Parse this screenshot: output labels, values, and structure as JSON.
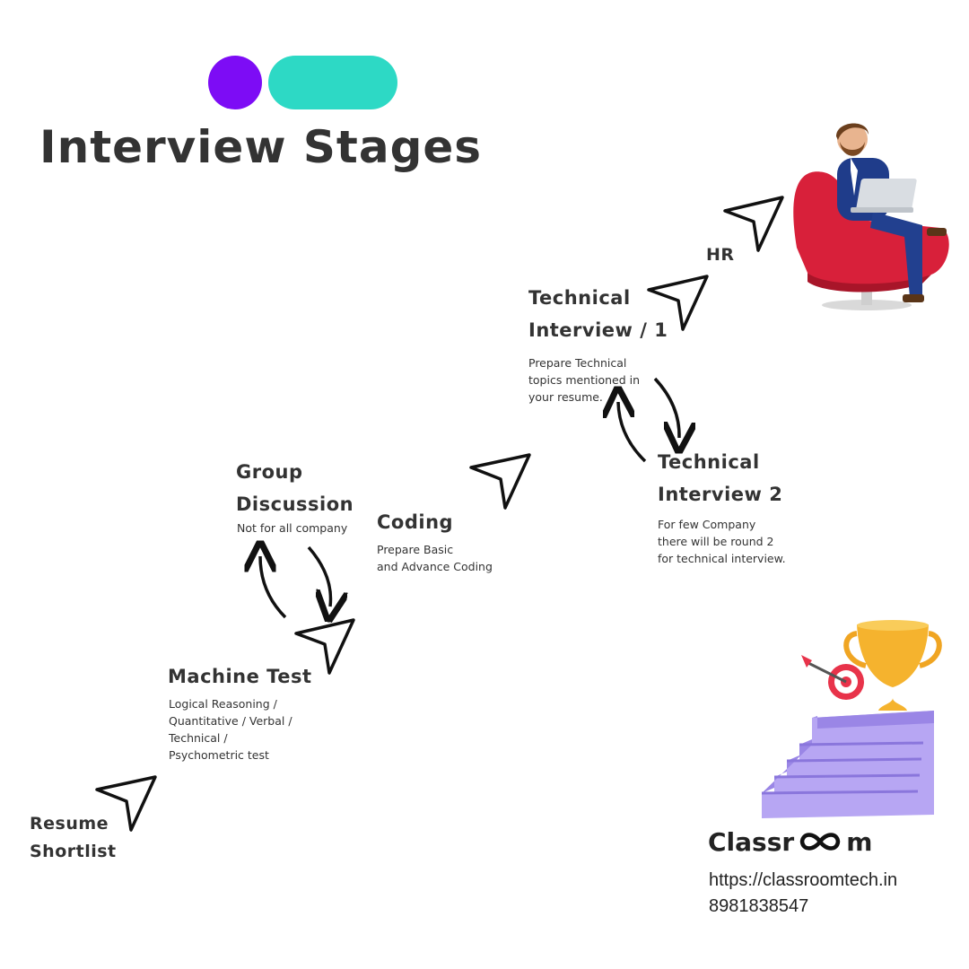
{
  "title": "Interview Stages",
  "colors": {
    "accent_purple": "#7d0cf5",
    "accent_teal": "#2dd9c5",
    "text": "#333333"
  },
  "stages": {
    "resume": {
      "line1": "Resume",
      "line2": "Shortlist"
    },
    "machine_test": {
      "label": "Machine Test",
      "notes": [
        "Logical Reasoning /",
        "Quantitative / Verbal /",
        "Technical /",
        "Psychometric test"
      ]
    },
    "group_discussion": {
      "line1": "Group",
      "line2": "Discussion",
      "notes": [
        "Not for all company"
      ]
    },
    "coding": {
      "label": "Coding",
      "notes": [
        "Prepare Basic",
        "and Advance Coding"
      ]
    },
    "technical_1": {
      "line1": "Technical",
      "line2": "Interview / 1",
      "notes": [
        "Prepare Technical",
        "topics mentioned in",
        "your resume."
      ]
    },
    "technical_2": {
      "line1": "Technical",
      "line2": "Interview 2",
      "notes": [
        "For few Company",
        "there will be round 2",
        "for technical interview."
      ]
    },
    "hr": {
      "label": "HR"
    }
  },
  "brand": {
    "name_before": "Classr",
    "name_after": "m",
    "url": "https://classroomtech.in",
    "phone": "8981838547"
  },
  "icons": [
    "arrow-pointer-icon",
    "cycle-arrow-icon",
    "businessman-illustration",
    "trophy-stairs-illustration",
    "infinity-logo-icon"
  ]
}
